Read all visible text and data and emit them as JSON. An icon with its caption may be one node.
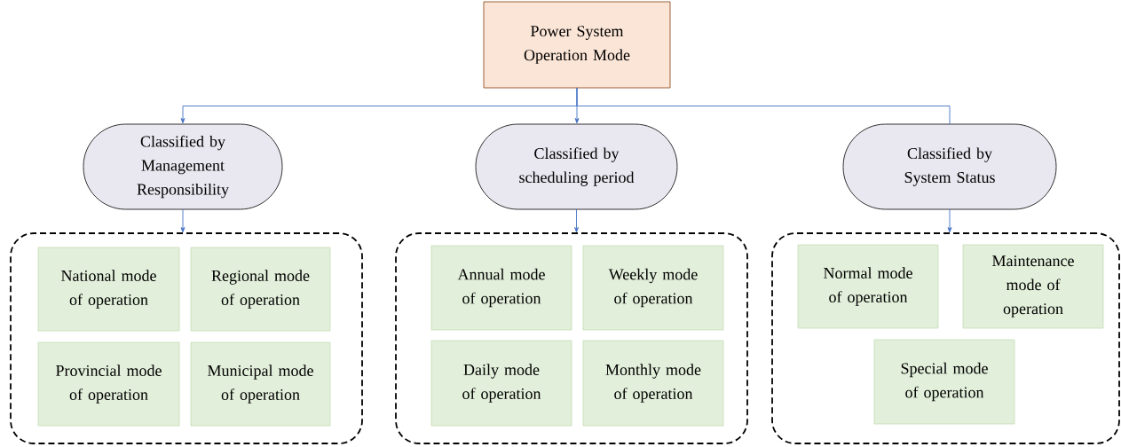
{
  "diagram": {
    "nodes": [
      {
        "text": [
          "Power System Operation Mode"
        ]
      },
      {
        "text": [
          "Classified by Management Responsibility"
        ]
      },
      {
        "text": [
          "Classified by scheduling period"
        ]
      },
      {
        "text": [
          "Classified by System Status"
        ]
      },
      {
        "text": [],
        "shape": "box"
      },
      {
        "text": [
          "National mode of operation"
        ],
        "in": 4
      },
      {
        "text": [
          "Regional mode of operation"
        ],
        "in": 4
      },
      {
        "text": [
          "Provincial mode of operation"
        ],
        "in": 4
      },
      {
        "text": [
          "Municipal mode of operation"
        ],
        "in": 4
      },
      {
        "text": [],
        "shape": "box"
      },
      {
        "text": [
          "Annual mode of operation"
        ],
        "in": 9
      },
      {
        "text": [
          "Weekly mode of operation"
        ],
        "in": 9
      },
      {
        "text": [
          "Daily mode of operation"
        ],
        "in": 9
      },
      {
        "text": [
          "Monthly mode of operation"
        ],
        "in": 9
      },
      {
        "text": [],
        "shape": "box"
      },
      {
        "text": [
          "Normal mode of operation"
        ],
        "in": 14
      },
      {
        "text": [
          "Maintenance mode of operation"
        ],
        "in": 14
      },
      {
        "text": [
          "Special mode of operation"
        ],
        "in": 14
      }
    ],
    "edges": [
      {
        "from": 0,
        "to": 1,
        "arrow": "to"
      },
      {
        "from": 0,
        "to": 2,
        "arrow": "to"
      },
      {
        "from": 0,
        "to": 3,
        "arrow": "none"
      },
      {
        "from": 1,
        "to": 4,
        "arrow": "to"
      },
      {
        "from": 2,
        "to": 9,
        "arrow": "to"
      },
      {
        "from": 3,
        "to": 14,
        "arrow": "to"
      }
    ]
  }
}
